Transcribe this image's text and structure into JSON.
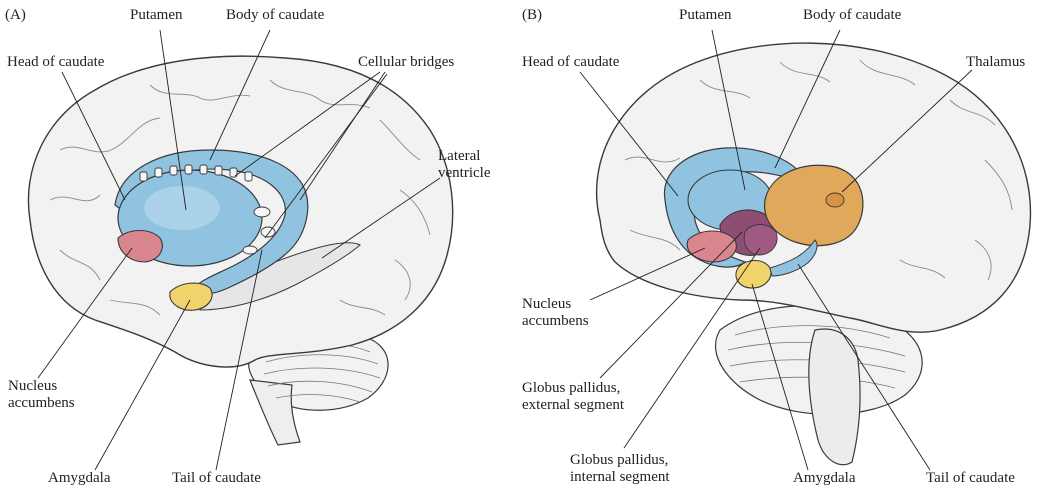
{
  "panels": [
    {
      "id": "A",
      "label": "(A)"
    },
    {
      "id": "B",
      "label": "(B)"
    }
  ],
  "labels_a": {
    "putamen": "Putamen",
    "body_of_caudate": "Body of caudate",
    "head_of_caudate": "Head of caudate",
    "cellular_bridges": "Cellular bridges",
    "lateral_ventricle": [
      "Lateral",
      "ventricle"
    ],
    "nucleus_accumbens": [
      "Nucleus",
      "accumbens"
    ],
    "amygdala": "Amygdala",
    "tail_of_caudate": "Tail of caudate"
  },
  "labels_b": {
    "putamen": "Putamen",
    "body_of_caudate": "Body of caudate",
    "head_of_caudate": "Head of caudate",
    "thalamus": "Thalamus",
    "nucleus_accumbens": [
      "Nucleus",
      "accumbens"
    ],
    "gp_external": [
      "Globus pallidus,",
      "external segment"
    ],
    "gp_internal": [
      "Globus pallidus,",
      "internal segment"
    ],
    "amygdala": "Amygdala",
    "tail_of_caudate": "Tail of caudate"
  },
  "colors": {
    "caudate_putamen": "#8fc3df",
    "nucleus_accumbens": "#d9868f",
    "amygdala": "#f0d36a",
    "thalamus": "#e0a85a",
    "globus_pallidus": "#8e4d72",
    "brain_fill": "#f2f2f2",
    "outline": "#3a3a3a"
  }
}
